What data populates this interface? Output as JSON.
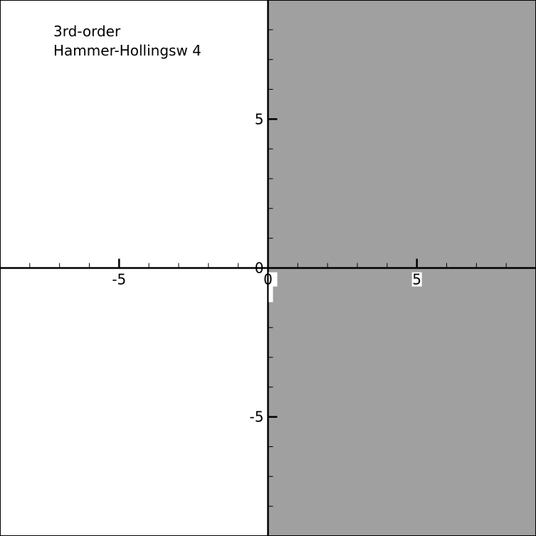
{
  "chart_data": {
    "type": "area",
    "title": "",
    "xlabel": "",
    "ylabel": "",
    "xlim": [
      -9,
      9
    ],
    "ylim": [
      -9,
      9
    ],
    "grid": false,
    "x_ticks": [
      -5,
      0,
      5
    ],
    "y_ticks": [
      -5,
      0,
      5
    ],
    "x_tick_labels": [
      "-5",
      "0",
      "5"
    ],
    "y_tick_labels": [
      "-5",
      "0",
      "5"
    ],
    "annotations": [
      "3rd-order",
      "Hammer-Hollingsw 4"
    ],
    "regions": [
      {
        "x": [
          -9,
          0
        ],
        "y": [
          -9,
          9
        ],
        "color": "#ffffff"
      },
      {
        "x": [
          0,
          9
        ],
        "y": [
          -9,
          9
        ],
        "color": "#a0a0a0"
      }
    ]
  },
  "colors": {
    "background": "#ffffff",
    "filled_region": "#a0a0a0",
    "axis": "#000000"
  }
}
